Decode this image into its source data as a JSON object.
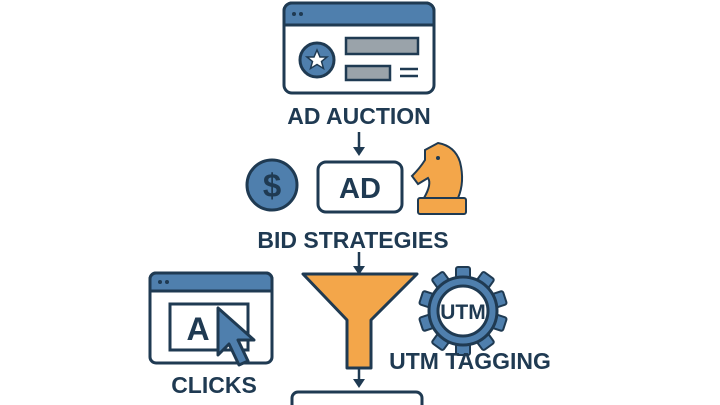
{
  "colors": {
    "navy": "#1f3a52",
    "blue": "#4f7fad",
    "orange": "#f3a64a",
    "gray": "#9aa3aa",
    "white": "#ffffff"
  },
  "steps": [
    {
      "label": "AD AUCTION",
      "icon": "browser-star-icon"
    },
    {
      "label": "BID STRATEGIES",
      "icons": [
        "dollar-coin-icon",
        "ad-box-icon",
        "chess-knight-icon"
      ],
      "ad_text": "AD"
    },
    {
      "label": "CLICKS",
      "icon": "browser-cursor-icon",
      "letter": "A"
    },
    {
      "label": "UTM TAGGING",
      "icon": "utm-gear-icon",
      "gear_text": "UTM"
    },
    {
      "icon": "funnel-icon"
    }
  ],
  "dollar_symbol": "$"
}
